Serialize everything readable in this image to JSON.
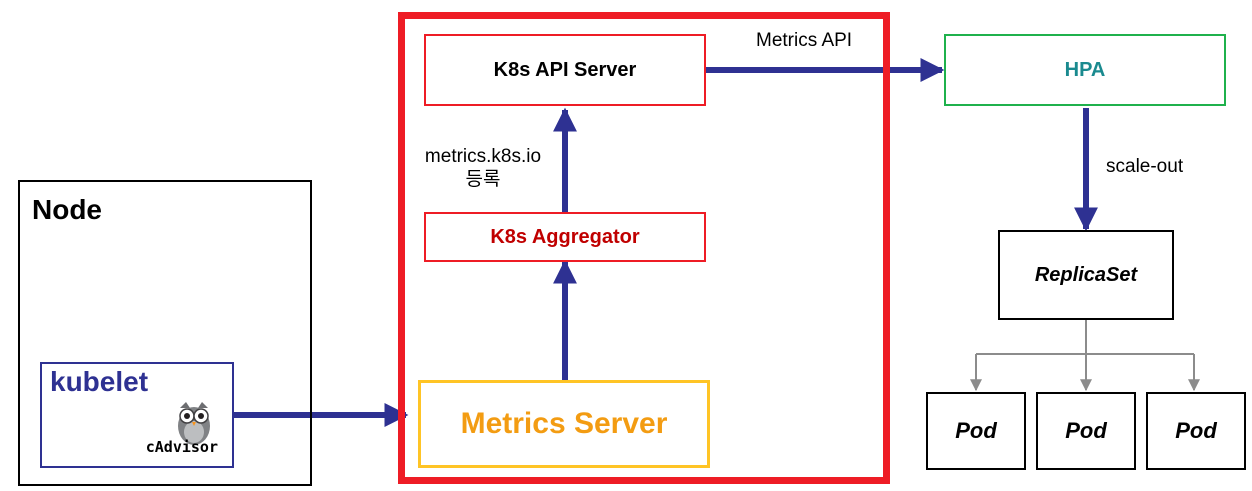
{
  "node": {
    "title": "Node"
  },
  "kubelet": {
    "title": "kubelet",
    "cadvisor_label": "cAdvisor",
    "icon": "owl-icon"
  },
  "control_plane": {
    "api_server": "K8s API Server",
    "aggregator": "K8s Aggregator",
    "metrics_server": "Metrics Server",
    "registration_label_line1": "metrics.k8s.io",
    "registration_label_line2": "등록"
  },
  "metrics_api_label": "Metrics API",
  "hpa": {
    "label": "HPA"
  },
  "scale_out_label": "scale-out",
  "replicaset": {
    "label": "ReplicaSet"
  },
  "pods": [
    {
      "label": "Pod"
    },
    {
      "label": "Pod"
    },
    {
      "label": "Pod"
    }
  ],
  "colors": {
    "arrow": "#2e3192",
    "red": "#ee1c25",
    "green": "#1fb14c",
    "teal": "#1a8a8f",
    "orange": "#f39c12",
    "yellow": "#ffc425",
    "purple": "#2e3192",
    "gray": "#8c8c8c",
    "dark_red": "#c00000"
  }
}
